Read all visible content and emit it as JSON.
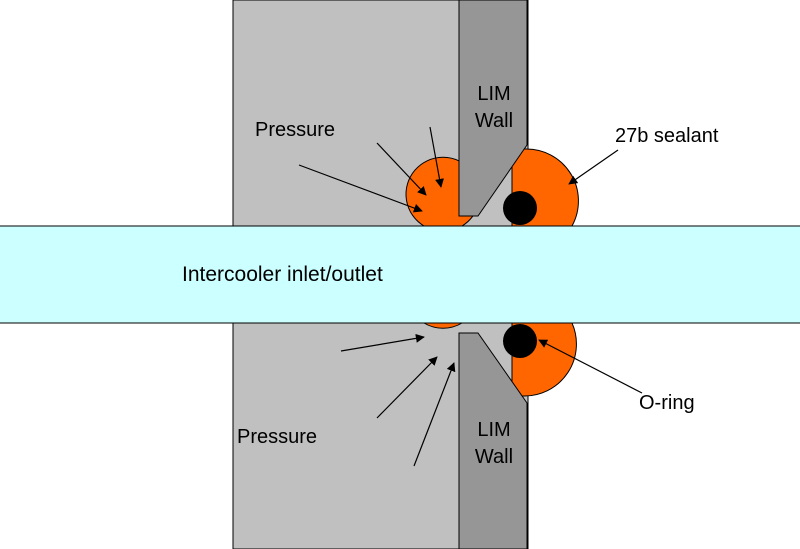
{
  "diagram": {
    "labels": {
      "lim_wall_top": [
        "LIM",
        "Wall"
      ],
      "lim_wall_bottom": [
        "LIM",
        "Wall"
      ],
      "pressure_top": "Pressure",
      "pressure_bottom": "Pressure",
      "sealant": "27b sealant",
      "pipe": "Intercooler inlet/outlet",
      "oring": "O-ring"
    },
    "colors": {
      "block": "#c0c0c0",
      "wall": "#969696",
      "sealant": "#ff6600",
      "pipe": "#ccffff",
      "oring": "#000000",
      "outline": "#000000"
    }
  }
}
